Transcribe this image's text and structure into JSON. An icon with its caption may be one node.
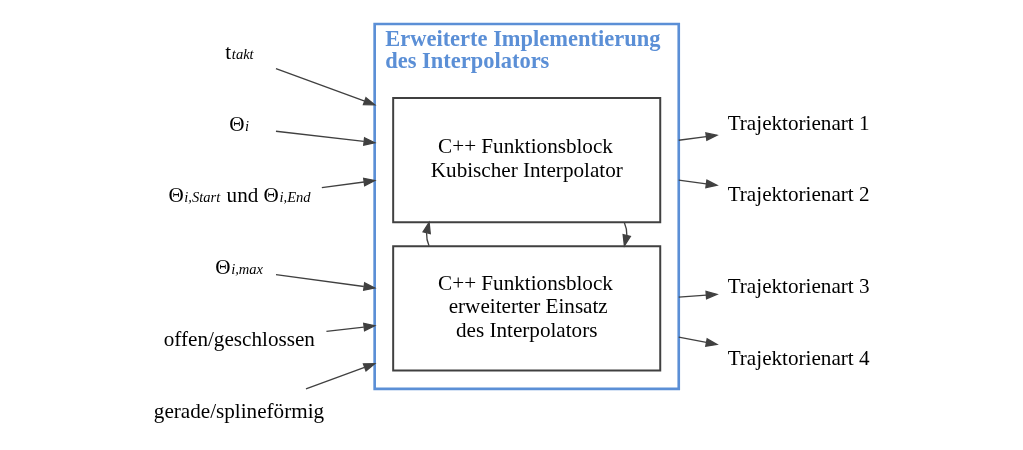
{
  "diagram": {
    "nodes": [
      {
        "text": [
          "Erweiterte Implementierung des Interpolators"
        ]
      },
      {
        "text": [
          "C++ Funktionsblock Kubischer Interpolator"
        ],
        "in": 0
      },
      {
        "text": [
          "C++ Funktionsblock erweiterter Einsatz des Interpolators"
        ],
        "in": 0
      },
      {
        "text": [
          "t$_{takt}$"
        ]
      },
      {
        "text": [
          "Θ$_{i}$"
        ]
      },
      {
        "text": [
          "Θ$_{i,Start}$ und Θ$_{i,End}$"
        ]
      },
      {
        "text": [
          "Θ$_{i,max}$"
        ]
      },
      {
        "text": [
          "offen/geschlossen"
        ]
      },
      {
        "text": [
          "gerade/splineförmig"
        ]
      },
      {
        "text": [
          "Trajektorienart 1"
        ]
      },
      {
        "text": [
          "Trajektorienart 2"
        ]
      },
      {
        "text": [
          "Trajektorienart 3"
        ]
      },
      {
        "text": [
          "Trajektorienart 4"
        ]
      }
    ],
    "edges": [
      {
        "from": 3,
        "to": 0,
        "arrow": "to"
      },
      {
        "from": 4,
        "to": 0,
        "arrow": "to"
      },
      {
        "from": 5,
        "to": 0,
        "arrow": "to"
      },
      {
        "from": 6,
        "to": 0,
        "arrow": "to"
      },
      {
        "from": 7,
        "to": 0,
        "arrow": "to"
      },
      {
        "from": 8,
        "to": 0,
        "arrow": "to"
      },
      {
        "from": 1,
        "to": 2,
        "arrow": "to"
      },
      {
        "from": 2,
        "to": 1,
        "arrow": "to"
      },
      {
        "from": 0,
        "to": 9,
        "arrow": "to"
      },
      {
        "from": 0,
        "to": 10,
        "arrow": "to"
      },
      {
        "from": 0,
        "to": 11,
        "arrow": "to"
      },
      {
        "from": 0,
        "to": 12,
        "arrow": "to"
      }
    ]
  }
}
